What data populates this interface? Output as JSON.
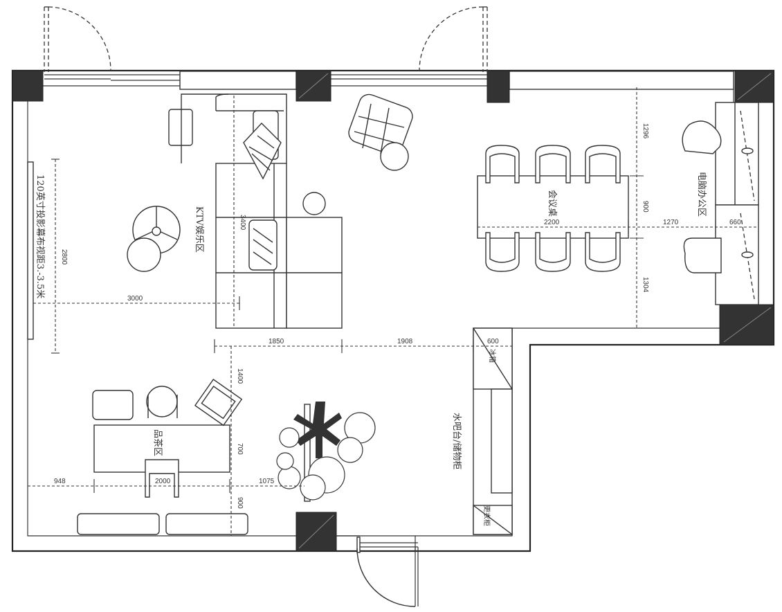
{
  "labels": {
    "ktv": "KTV娱乐区",
    "meeting": "会议桌",
    "computer": "电脑办公区",
    "tea": "品茶区",
    "bar": "水吧台/储物柜",
    "projection": "120英寸投影幕布视距3.-3.5米",
    "fridge": "冰箱",
    "locker": "更衣柜"
  },
  "dimensions": {
    "d3400": "3400",
    "d2800": "2800",
    "d3000": "3000",
    "d1850": "1850",
    "d1908": "1908",
    "d600": "600",
    "d1400": "1400",
    "d700": "700",
    "d948": "948",
    "d2000": "2000",
    "d1075": "1075",
    "d900b": "900",
    "d1296": "1296",
    "d900m": "900",
    "d2200": "2200",
    "d1270": "1270",
    "d660": "660",
    "d1304": "1304"
  }
}
